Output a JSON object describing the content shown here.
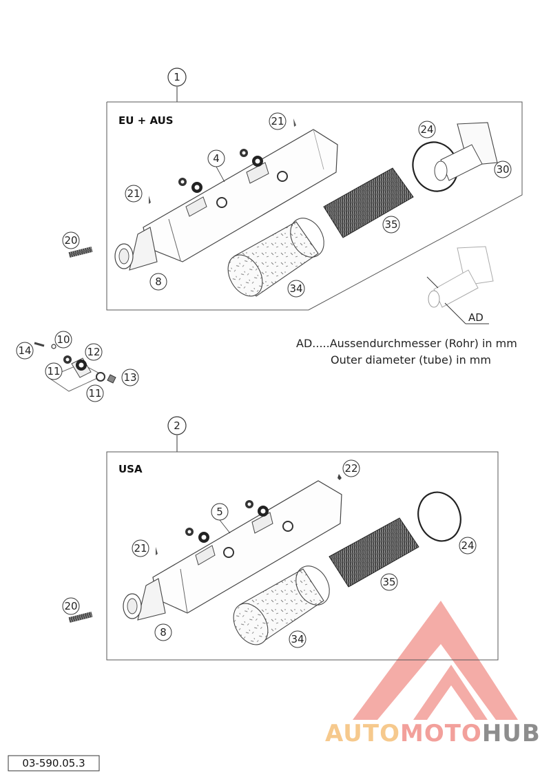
{
  "variants": [
    {
      "number": "1",
      "region": "EU + AUS"
    },
    {
      "number": "2",
      "region": "USA"
    }
  ],
  "callouts": {
    "eu": [
      "21",
      "24",
      "4",
      "30",
      "21",
      "35",
      "20",
      "8",
      "34"
    ],
    "mount": [
      "14",
      "10",
      "12",
      "11",
      "13",
      "11"
    ],
    "usa": [
      "22",
      "5",
      "24",
      "21",
      "35",
      "20",
      "8",
      "34"
    ]
  },
  "dimension_label": "AD",
  "legend": {
    "line_de": "AD.....Aussendurchmesser (Rohr) in mm",
    "line_en": "Outer diameter (tube) in mm"
  },
  "drawing_code": "03-590.05.3",
  "watermark": {
    "part_a": "AUTO",
    "part_b": "MOTO",
    "part_c": "HUB",
    "colors": {
      "a": "#f5c07a",
      "b": "#f0908a",
      "c": "#7a7a7a",
      "triangle": "#f08c86"
    }
  }
}
